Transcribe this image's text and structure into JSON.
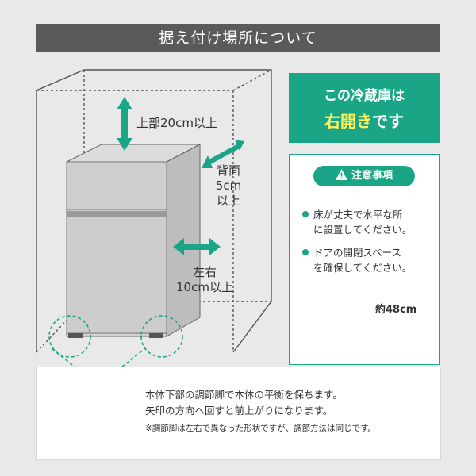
{
  "header": {
    "title": "据え付け場所について"
  },
  "diagram": {
    "top_clearance": "上部20cm以上",
    "back_clearance": [
      "背面",
      "5cm",
      "以上"
    ],
    "side_clearance": [
      "左右",
      "10cm以上"
    ]
  },
  "door_info": {
    "line1": "この冷蔵庫は",
    "highlight": "右開き",
    "suffix": "です",
    "highlight_color": "#fff15a",
    "accent_color": "#1aa686"
  },
  "caution": {
    "heading": "注意事項",
    "items": [
      {
        "line1": "床が丈夫で水平な所",
        "line2": "に設置してください。"
      },
      {
        "line1": "ドアの開閉スペース",
        "line2": "を確保してください。"
      }
    ],
    "door_swing_label": "約48cm"
  },
  "footer": {
    "line1": "本体下部の調節脚で本体の平衡を保ちます。",
    "line2": "矢印の方向へ回すと前上がりになります。",
    "note": "※調節脚は左右で異なった形状ですが、調節方法は同じです。"
  }
}
